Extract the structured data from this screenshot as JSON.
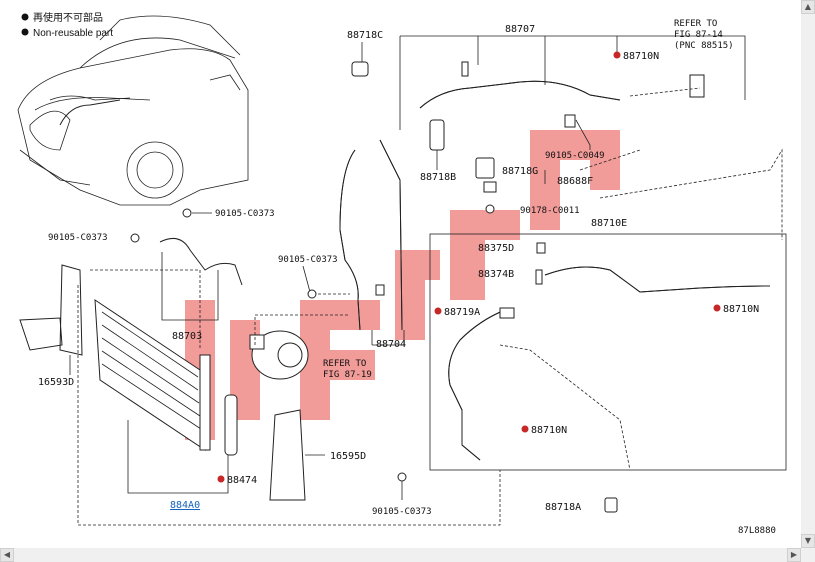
{
  "legend": {
    "items": [
      {
        "text": "再使用不可部品",
        "marker_color": "#111111"
      },
      {
        "text": "Non-reusable part",
        "marker_color": "#111111"
      }
    ]
  },
  "colors": {
    "red_dot": "#c62828",
    "watermark": "#e53935",
    "link": "#1565c0",
    "line": "#222222"
  },
  "labels": {
    "p88707": "88707",
    "p88718C_top": "88718C",
    "p88710N_top": "88710N",
    "refer1": [
      "REFER TO",
      "FIG 87-14",
      "(PNC 88515)"
    ],
    "p88718B": "88718B",
    "p88718G": "88718G",
    "p88688F": "88688F",
    "p90105_C0049": "90105-C0049",
    "p90178_C0011": "90178-C0011",
    "p88710E": "88710E",
    "p90105_C0373_a": "90105-C0373",
    "p90105_C0373_b": "90105-C0373",
    "p90105_C0373_c": "90105-C0373",
    "p90105_C0373_d": "90105-C0373",
    "p88375D": "88375D",
    "p88374B": "88374B",
    "p88719A": "88719A",
    "p88710N_right": "88710N",
    "p88710N_mid": "88710N",
    "p88703": "88703",
    "p88704": "88704",
    "refer2": [
      "REFER TO",
      "FIG 87-19"
    ],
    "p16593D": "16593D",
    "p16595D": "16595D",
    "p88474": "88474",
    "p884A0": "884A0",
    "p88718A": "88718A",
    "fig_code": "87L8880"
  },
  "icons": {
    "scroll_up": "scroll-up-icon",
    "scroll_down": "scroll-down-icon",
    "scroll_left": "scroll-left-icon",
    "scroll_right": "scroll-right-icon"
  }
}
